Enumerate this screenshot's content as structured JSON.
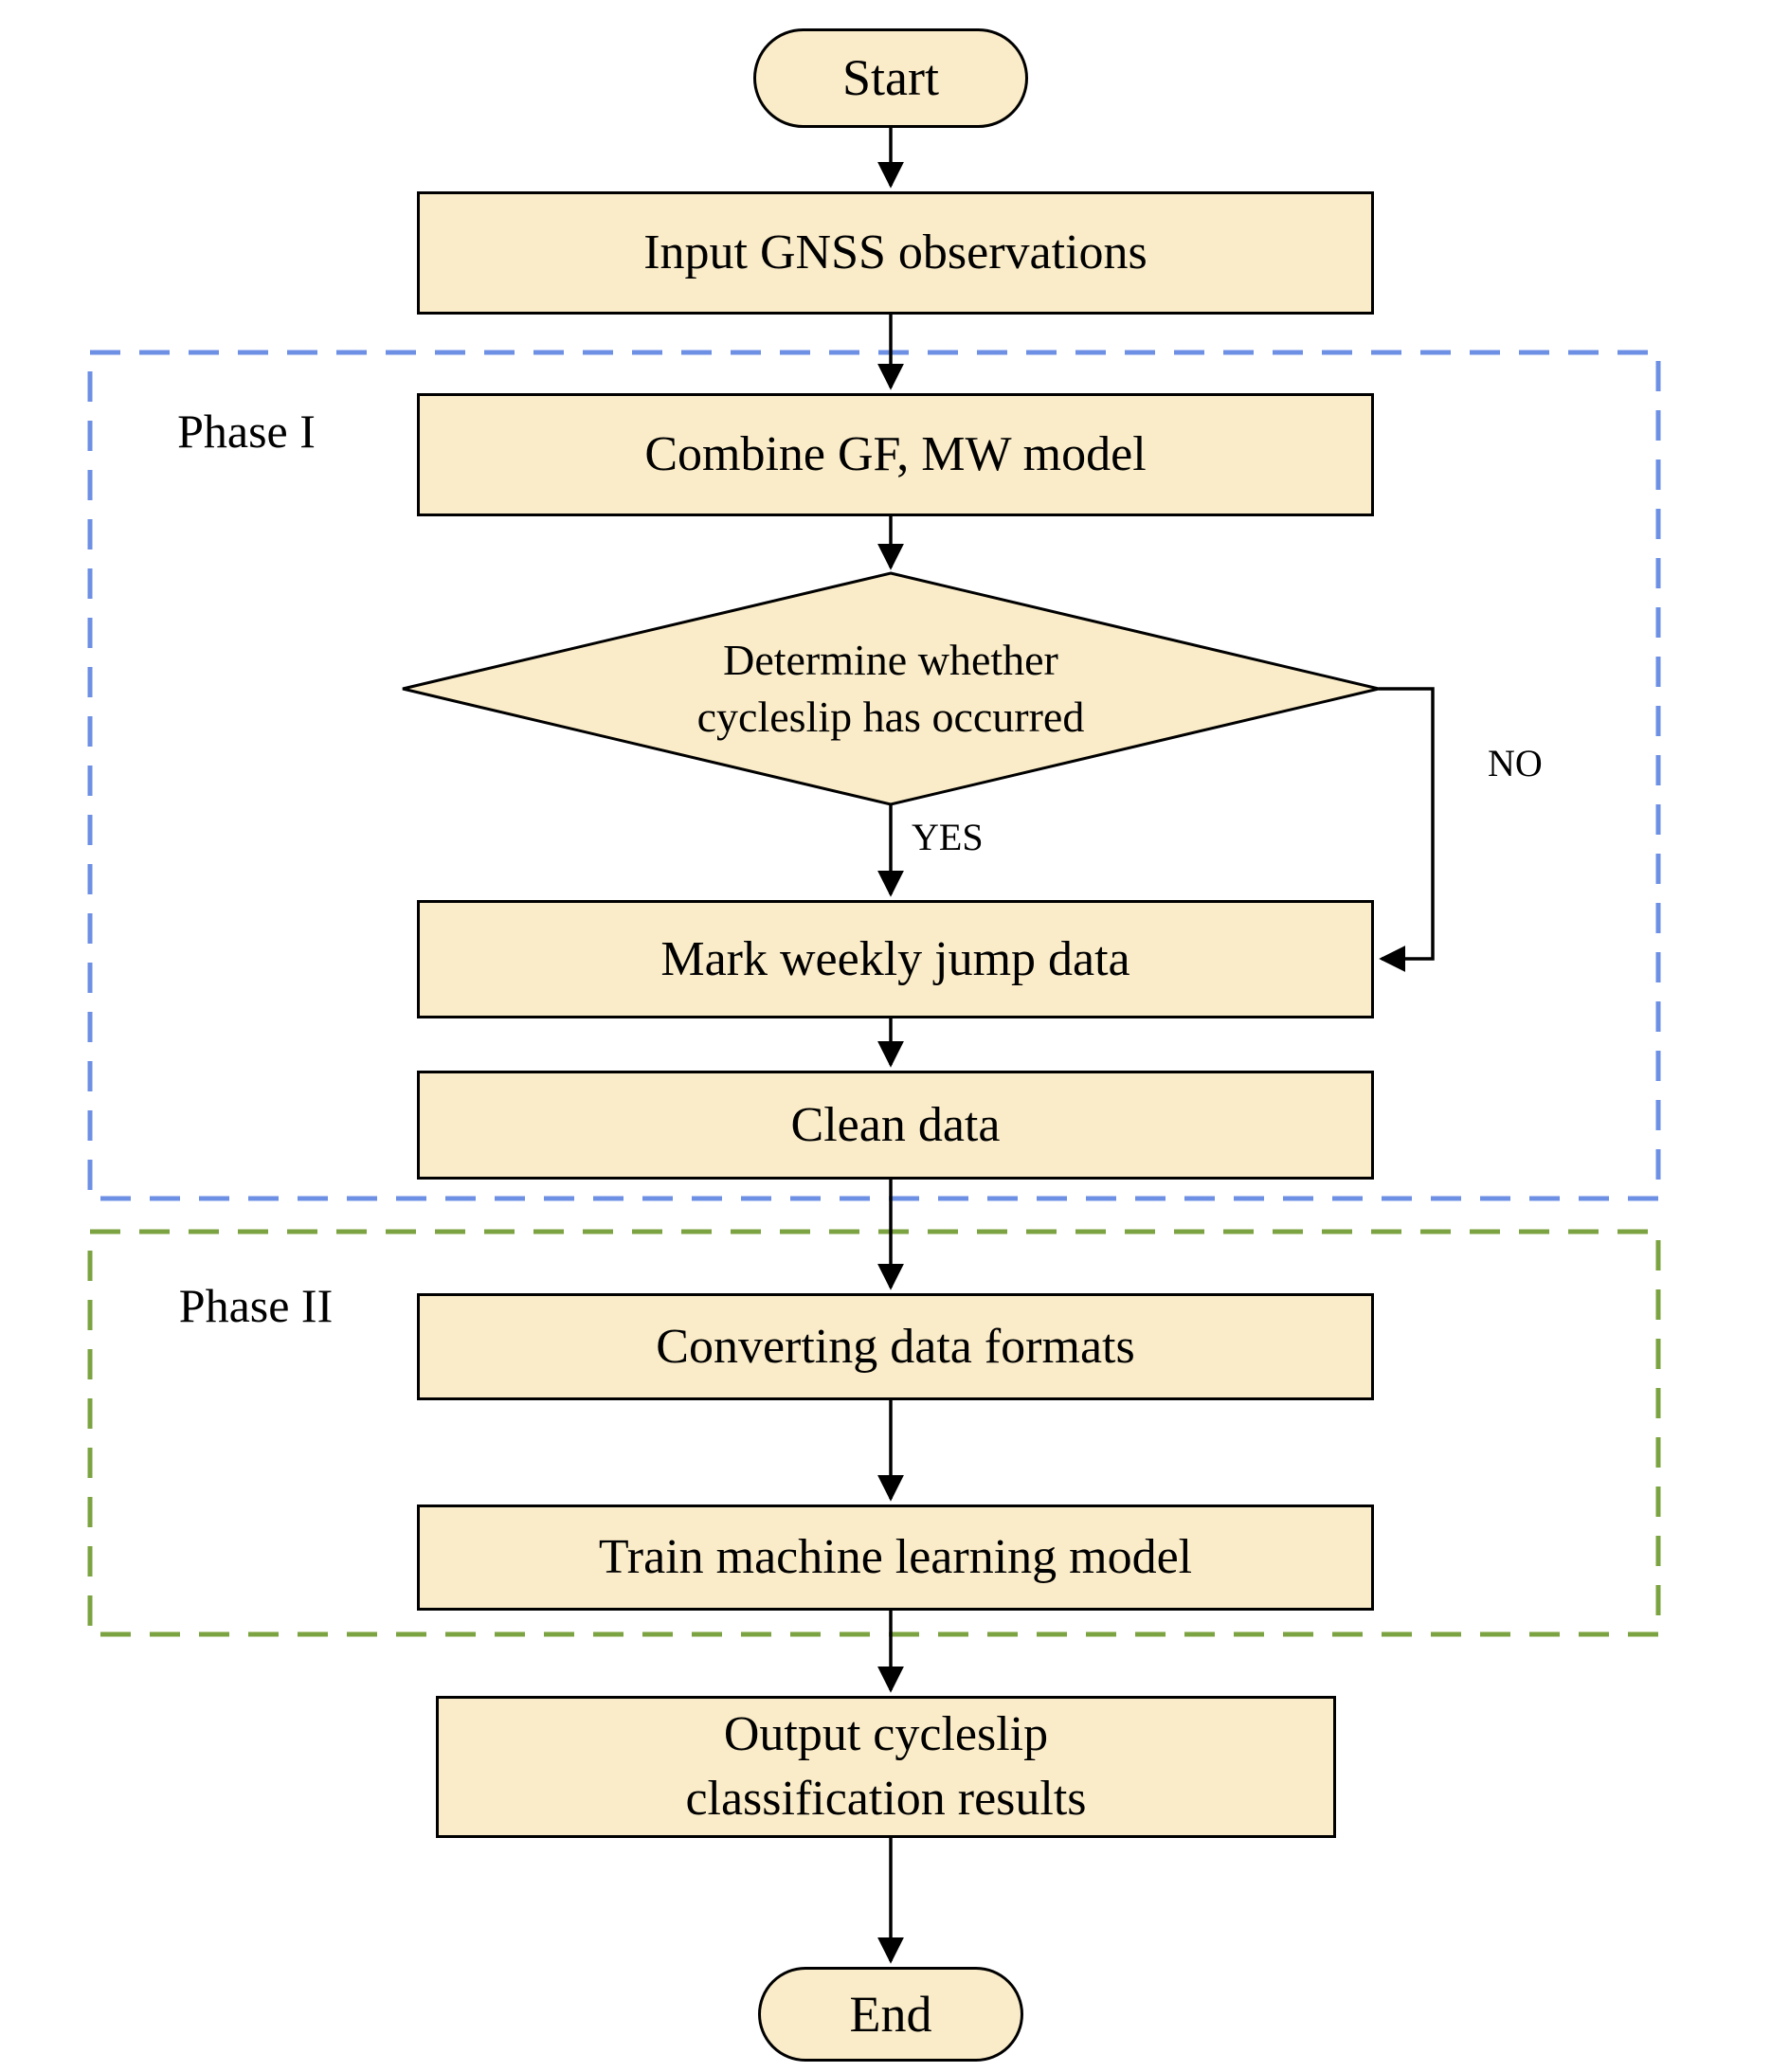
{
  "diagram": {
    "nodes": {
      "start": {
        "label": "Start"
      },
      "input": {
        "label": "Input GNSS observations"
      },
      "combine": {
        "label": "Combine GF, MW model"
      },
      "decision": {
        "label": "Determine whether\ncycleslip has occurred"
      },
      "mark": {
        "label": "Mark weekly jump data"
      },
      "clean": {
        "label": "Clean data"
      },
      "convert": {
        "label": "Converting data formats"
      },
      "train": {
        "label": "Train machine learning model"
      },
      "output": {
        "label": "Output cycleslip\nclassification results"
      },
      "end": {
        "label": "End"
      }
    },
    "phases": {
      "phase1": {
        "label": "Phase I"
      },
      "phase2": {
        "label": "Phase II"
      }
    },
    "edges": {
      "yes": {
        "label": "YES"
      },
      "no": {
        "label": "NO"
      }
    },
    "colors": {
      "node_fill": "#FAECC8",
      "node_border": "#000000",
      "phase1_border": "#6D8FE4",
      "phase2_border": "#7CA341",
      "line_color": "#000000"
    }
  }
}
